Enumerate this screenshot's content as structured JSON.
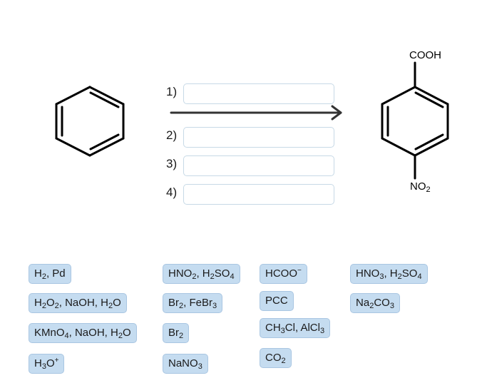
{
  "reaction": {
    "product": {
      "top_group": "COOH",
      "bottom_group": {
        "base": "NO",
        "sub": "2"
      }
    },
    "steps": [
      {
        "label": "1)",
        "value": ""
      },
      {
        "label": "2)",
        "value": ""
      },
      {
        "label": "3)",
        "value": ""
      },
      {
        "label": "4)",
        "value": ""
      }
    ]
  },
  "reagents": [
    {
      "id": "h2-pd",
      "parts": [
        [
          "H",
          ""
        ],
        [
          "2",
          "sub"
        ],
        [
          ", Pd",
          ""
        ]
      ]
    },
    {
      "id": "h2o2-naoh-h2o",
      "parts": [
        [
          "H",
          ""
        ],
        [
          "2",
          "sub"
        ],
        [
          "O",
          ""
        ],
        [
          "2",
          "sub"
        ],
        [
          ", NaOH, H",
          ""
        ],
        [
          "2",
          "sub"
        ],
        [
          "O",
          ""
        ]
      ]
    },
    {
      "id": "kmno4-naoh-h2o",
      "parts": [
        [
          "KMnO",
          ""
        ],
        [
          "4",
          "sub"
        ],
        [
          ", NaOH, H",
          ""
        ],
        [
          "2",
          "sub"
        ],
        [
          "O",
          ""
        ]
      ]
    },
    {
      "id": "h3o-plus",
      "parts": [
        [
          "H",
          ""
        ],
        [
          "3",
          "sub"
        ],
        [
          "O",
          ""
        ],
        [
          "+",
          "sup"
        ]
      ]
    },
    {
      "id": "hno2-h2so4",
      "parts": [
        [
          "HNO",
          ""
        ],
        [
          "2",
          "sub"
        ],
        [
          ", H",
          ""
        ],
        [
          "2",
          "sub"
        ],
        [
          "SO",
          ""
        ],
        [
          "4",
          "sub"
        ]
      ]
    },
    {
      "id": "br2-febr3",
      "parts": [
        [
          "Br",
          ""
        ],
        [
          "2",
          "sub"
        ],
        [
          ", FeBr",
          ""
        ],
        [
          "3",
          "sub"
        ]
      ]
    },
    {
      "id": "br2",
      "parts": [
        [
          "Br",
          ""
        ],
        [
          "2",
          "sub"
        ]
      ]
    },
    {
      "id": "nano3",
      "parts": [
        [
          "NaNO",
          ""
        ],
        [
          "3",
          "sub"
        ]
      ]
    },
    {
      "id": "hcoo-minus",
      "parts": [
        [
          "HCOO",
          ""
        ],
        [
          "−",
          "sup"
        ]
      ]
    },
    {
      "id": "pcc",
      "parts": [
        [
          "PCC",
          ""
        ]
      ]
    },
    {
      "id": "ch3cl-alcl3",
      "parts": [
        [
          "CH",
          ""
        ],
        [
          "3",
          "sub"
        ],
        [
          "Cl, AlCl",
          ""
        ],
        [
          "3",
          "sub"
        ]
      ]
    },
    {
      "id": "co2",
      "parts": [
        [
          "CO",
          ""
        ],
        [
          "2",
          "sub"
        ]
      ]
    },
    {
      "id": "hno3-h2so4",
      "parts": [
        [
          "HNO",
          ""
        ],
        [
          "3",
          "sub"
        ],
        [
          ", H",
          ""
        ],
        [
          "2",
          "sub"
        ],
        [
          "SO",
          ""
        ],
        [
          "4",
          "sub"
        ]
      ]
    },
    {
      "id": "na2co3",
      "parts": [
        [
          "Na",
          ""
        ],
        [
          "2",
          "sub"
        ],
        [
          "CO",
          ""
        ],
        [
          "3",
          "sub"
        ]
      ]
    }
  ]
}
